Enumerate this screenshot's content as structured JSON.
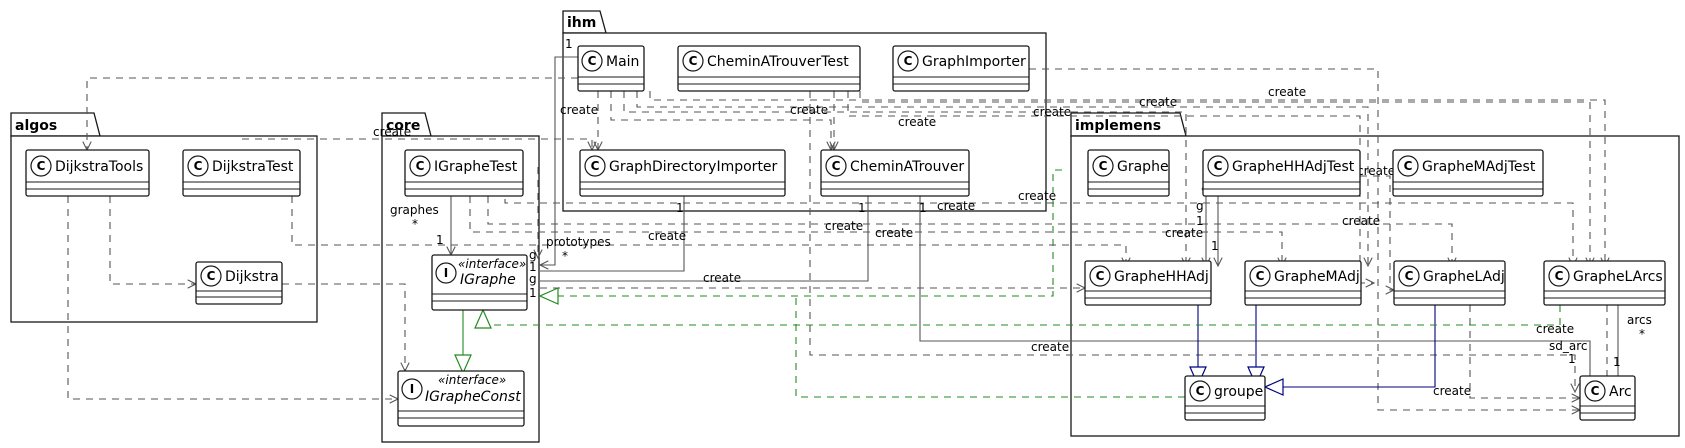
{
  "packages": {
    "algos": "algos",
    "core": "core",
    "ihm": "ihm",
    "implemens": "implemens"
  },
  "classes": {
    "dijkstra_tools": {
      "name": "DijkstraTools",
      "kind": "C"
    },
    "dijkstra_test": {
      "name": "DijkstraTest",
      "kind": "C"
    },
    "dijkstra": {
      "name": "Dijkstra",
      "kind": "C"
    },
    "igraphe_test": {
      "name": "IGrapheTest",
      "kind": "C"
    },
    "igraphe": {
      "name": "IGraphe",
      "kind": "I",
      "stereotype": "«interface»"
    },
    "igraphe_const": {
      "name": "IGrapheConst",
      "kind": "I",
      "stereotype": "«interface»"
    },
    "main": {
      "name": "Main",
      "kind": "C"
    },
    "chemin_a_trouver_test": {
      "name": "CheminATrouverTest",
      "kind": "C"
    },
    "graph_importer": {
      "name": "GraphImporter",
      "kind": "C"
    },
    "graph_directory_importer": {
      "name": "GraphDirectoryImporter",
      "kind": "C"
    },
    "chemin_a_trouver": {
      "name": "CheminATrouver",
      "kind": "C"
    },
    "graphe": {
      "name": "Graphe",
      "kind": "C"
    },
    "graphe_hhadj_test": {
      "name": "GrapheHHAdjTest",
      "kind": "C"
    },
    "graphe_madj_test": {
      "name": "GrapheMAdjTest",
      "kind": "C"
    },
    "graphe_hhadj": {
      "name": "GrapheHHAdj",
      "kind": "C"
    },
    "graphe_madj": {
      "name": "GrapheMAdj",
      "kind": "C"
    },
    "graphe_ladj": {
      "name": "GrapheLAdj",
      "kind": "C"
    },
    "graphe_larcs": {
      "name": "GrapheLArcs",
      "kind": "C"
    },
    "groupe": {
      "name": "groupe",
      "kind": "C"
    },
    "arc": {
      "name": "Arc",
      "kind": "C"
    }
  },
  "labels": {
    "create": "create",
    "graphes": "graphes",
    "star": "*",
    "one": "1",
    "prototypes": "prototypes",
    "g": "g",
    "arcs": "arcs",
    "sd_arc": "sd_arc"
  }
}
